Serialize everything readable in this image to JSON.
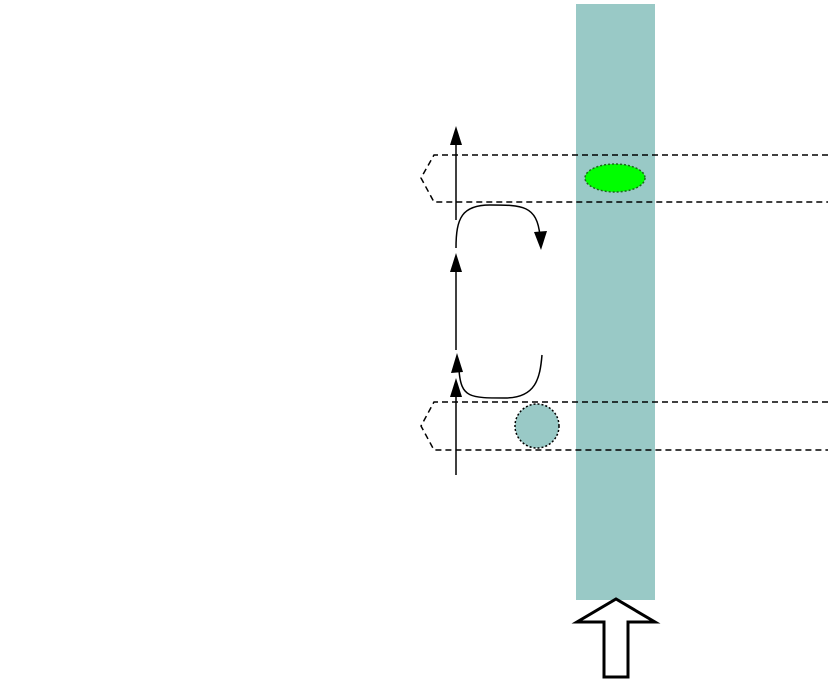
{
  "colors": {
    "background": "#ffffff",
    "beam": "#99c9c6",
    "green_spot": "#00ff00",
    "teal_dot": "#99c9c6",
    "line": "#000000",
    "outline_arrow_fill": "#ffffff"
  },
  "elements": {
    "beam": "vertical-teal-bar",
    "upper_band": "dashed-band",
    "lower_band": "dashed-band",
    "green_spot": "green-ellipse",
    "teal_dot": "teal-circle",
    "up_arrows": [
      "arrow-up",
      "arrow-up",
      "arrow-up",
      "arrow-up"
    ],
    "cycle": [
      "curved-arrow-down",
      "curved-line-return"
    ],
    "input_arrow": "hollow-up-arrow"
  }
}
